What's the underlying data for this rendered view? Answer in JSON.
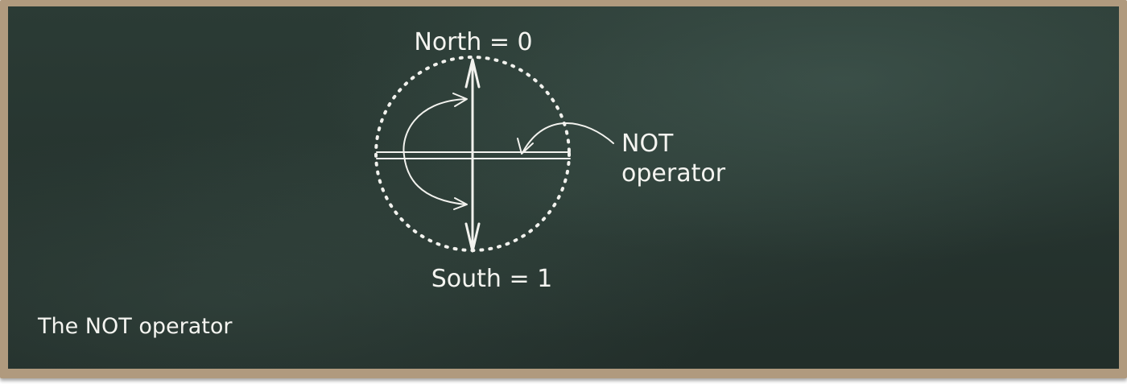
{
  "diagram": {
    "north_label": "North = 0",
    "south_label": "South = 1",
    "operator_label_line1": "NOT",
    "operator_label_line2": "operator",
    "caption": "The NOT operator"
  },
  "colors": {
    "board": "#26342f",
    "frame": "#b09a7e",
    "chalk": "#f2f2ee"
  }
}
